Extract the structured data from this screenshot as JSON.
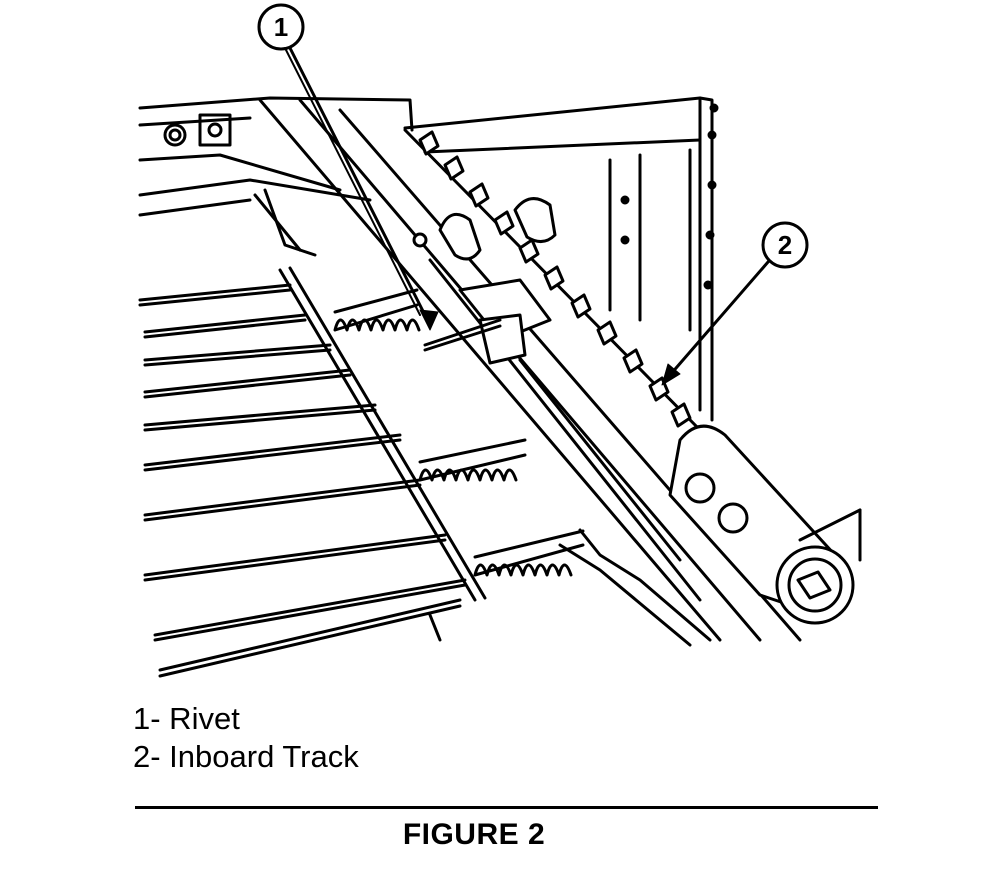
{
  "callouts": [
    {
      "number": "1",
      "target": "rivet"
    },
    {
      "number": "2",
      "target": "inboard-track"
    }
  ],
  "legend": [
    {
      "text": "1- Rivet"
    },
    {
      "text": "2- Inboard Track"
    }
  ],
  "caption": "FIGURE 2"
}
